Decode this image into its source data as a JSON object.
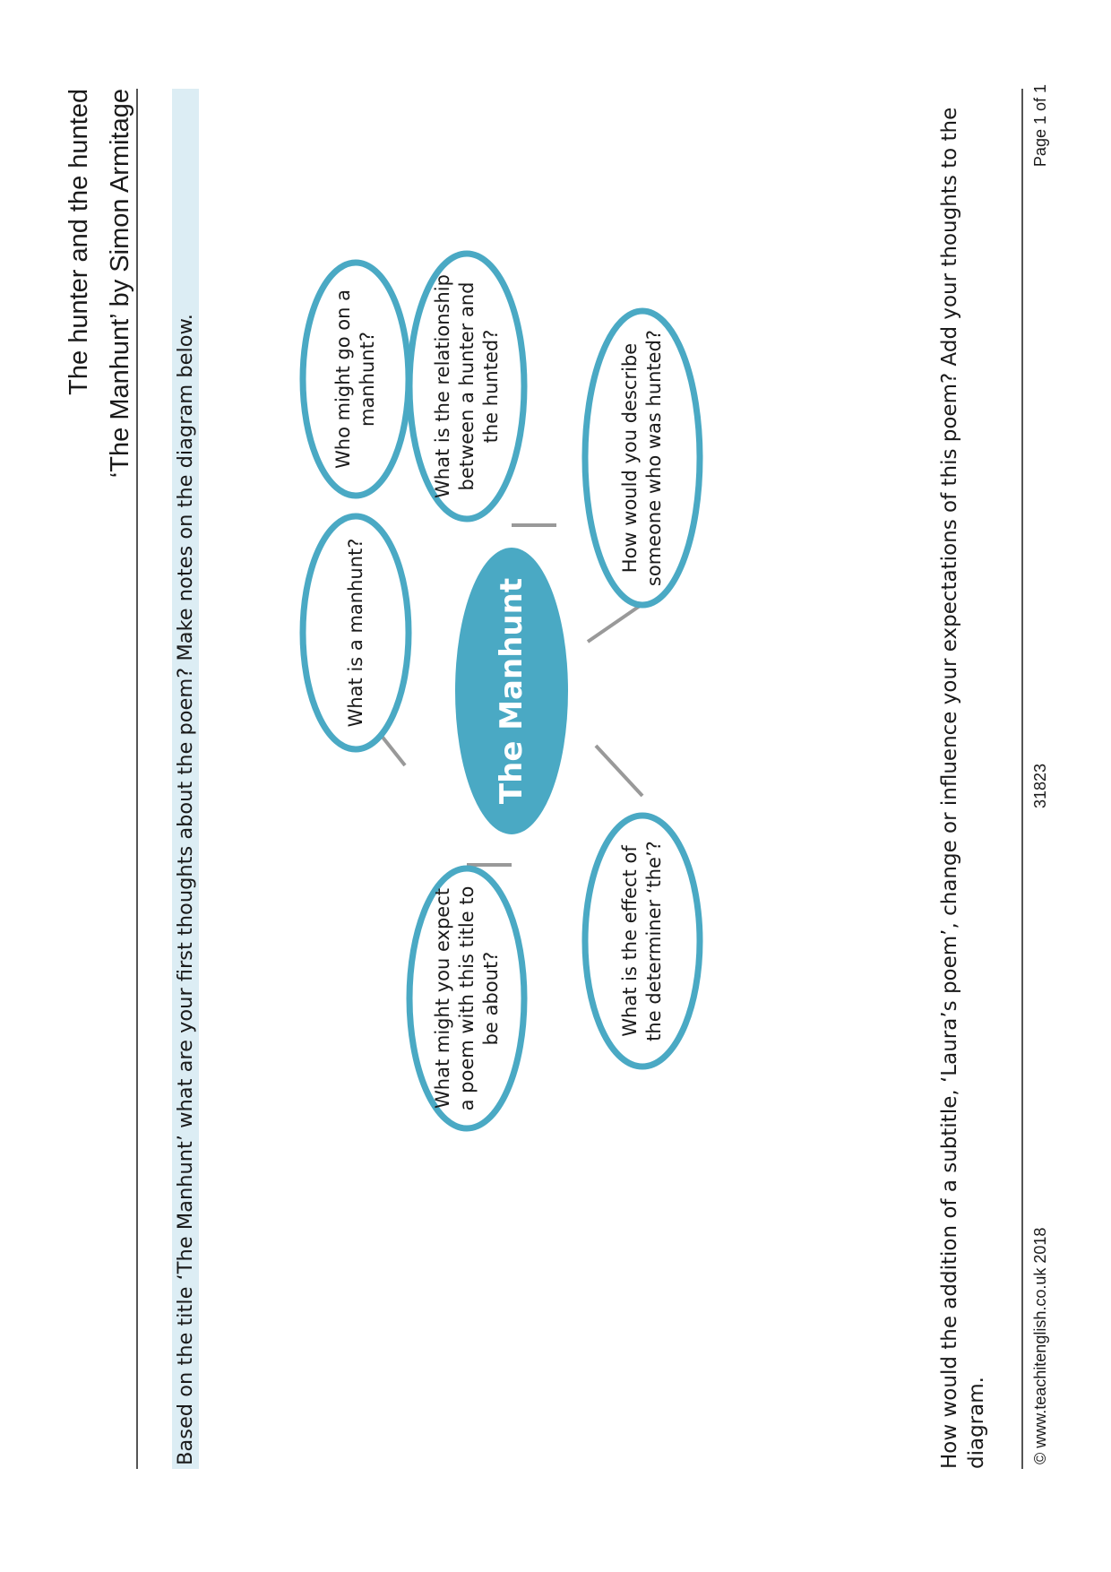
{
  "header": {
    "title": "The hunter and the hunted",
    "subtitle": "‘The Manhunt’ by Simon Armitage"
  },
  "instruction": "Based on the title ‘The Manhunt’ what are your first thoughts about the poem? Make notes on the diagram below.",
  "diagram": {
    "center": "The Manhunt",
    "nodes": [
      "What might you expect a poem with this title to be about?",
      "What is a manhunt?",
      "Who might go on a manhunt?",
      "What is the relationship between a hunter and the hunted?",
      "How would you describe someone who was hunted?",
      "What is the effect of the determiner ‘the’?"
    ],
    "colors": {
      "accent": "#4aa9c4",
      "connector": "#999999"
    }
  },
  "question": "How would the addition of a subtitle, ‘Laura’s poem’, change or influence your expectations of this poem? Add your thoughts to the diagram.",
  "footer": {
    "copyright": "© www.teachitenglish.co.uk 2018",
    "code": "31823",
    "page": "Page 1 of 1"
  }
}
